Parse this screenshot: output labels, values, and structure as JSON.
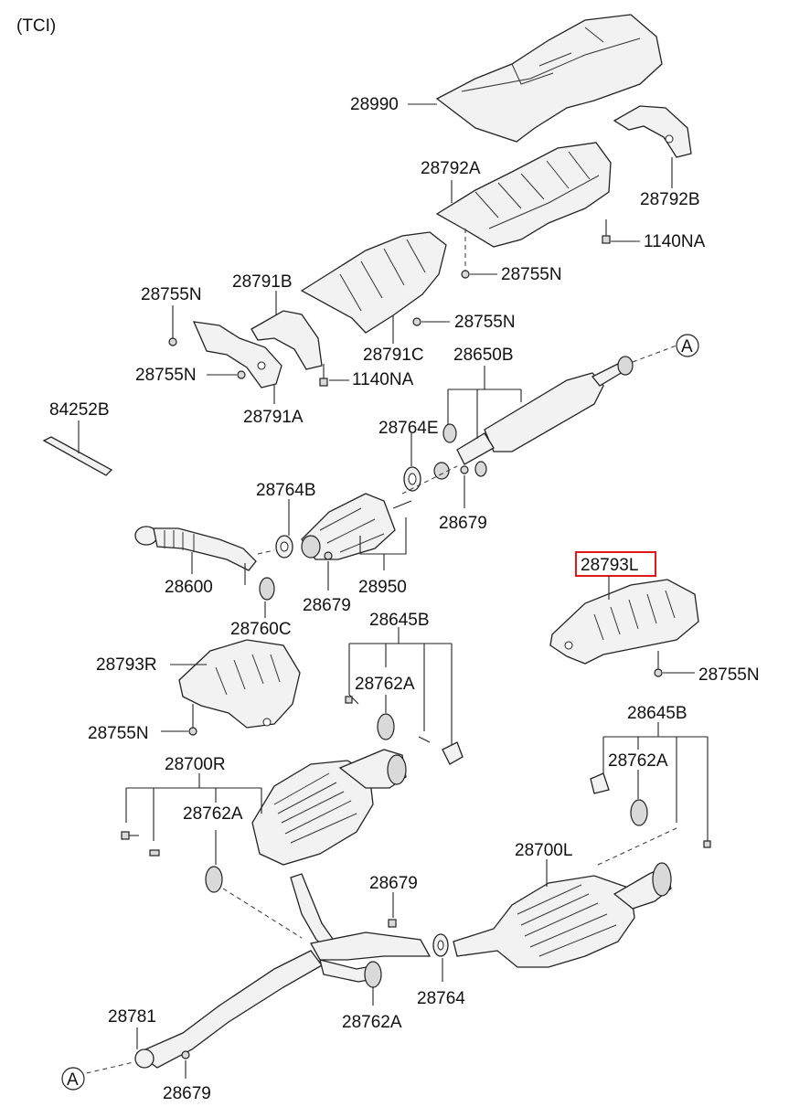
{
  "header": {
    "variant": "(TCI)"
  },
  "callout": {
    "ref": "A"
  },
  "highlight": {
    "part": "28793L",
    "color": "#e01818"
  },
  "labels": {
    "p28990": "28990",
    "p28792A": "28792A",
    "p28792B": "28792B",
    "p1140NA_a": "1140NA",
    "p28755N_a": "28755N",
    "p28755N_b": "28755N",
    "p28791B": "28791B",
    "p28755N_c": "28755N",
    "p28791C": "28791C",
    "p28755N_d": "28755N",
    "p1140NA_b": "1140NA",
    "p28791A": "28791A",
    "p28650B": "28650B",
    "p84252B": "84252B",
    "p28764E": "28764E",
    "p28764B": "28764B",
    "p28679_a": "28679",
    "p28600": "28600",
    "p28950": "28950",
    "p28679_b": "28679",
    "p28760C": "28760C",
    "p28793L": "28793L",
    "p28755N_e": "28755N",
    "p28645B_a": "28645B",
    "p28793R": "28793R",
    "p28762A_a": "28762A",
    "p28755N_f": "28755N",
    "p28645B_b": "28645B",
    "p28762A_b": "28762A",
    "p28700R": "28700R",
    "p28762A_c": "28762A",
    "p28700L": "28700L",
    "p28679_c": "28679",
    "p28764": "28764",
    "p28762A_d": "28762A",
    "p28781": "28781",
    "p28679_d": "28679"
  }
}
